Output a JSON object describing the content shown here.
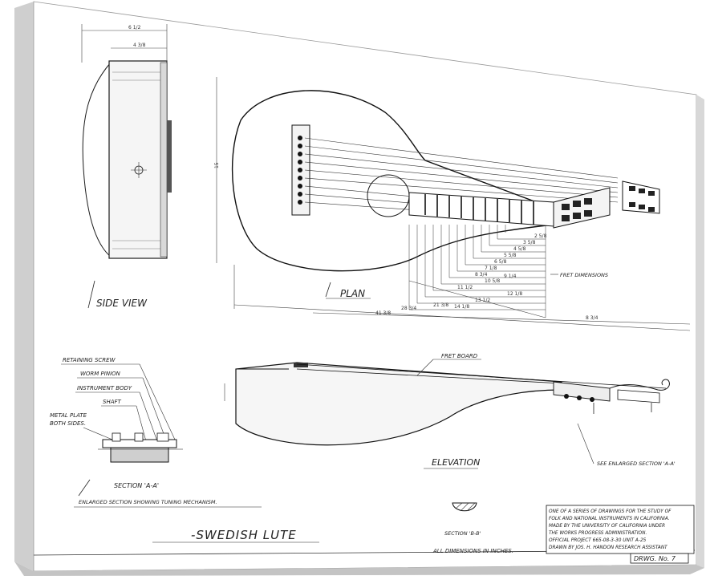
{
  "title": "-SWEDISH LUTE",
  "views": {
    "side_view": "SIDE VIEW",
    "plan": "PLAN",
    "elevation": "ELEVATION",
    "section_aa": "SECTION 'A-A'",
    "section_aa_caption": "ENLARGED SECTION SHOWING TUNING MECHANISM.",
    "section_bb": "SECTION 'B-B'"
  },
  "mechanism_labels": [
    "RETAINING SCREW",
    "WORM PINION",
    "INSTRUMENT BODY",
    "SHAFT",
    "METAL PLATE",
    "BOTH SIDES."
  ],
  "callouts": {
    "fret_board": "FRET BOARD",
    "fret_dimensions": "FRET DIMENSIONS",
    "see_enlarged": "SEE ENLARGED SECTION 'A-A'"
  },
  "plan_dimensions": {
    "overall": "41 3/8",
    "body_to_nut": "28 3/4",
    "bridge": "21 3/8",
    "tail": "8 3/4",
    "height": "15",
    "frets": [
      "2 5/8",
      "3 5/8",
      "4 5/8",
      "5 5/8",
      "6 5/8",
      "7 1/8",
      "8 3/4",
      "9 1/4",
      "10 5/8",
      "11 1/2",
      "12 1/8",
      "13 1/2",
      "14 1/8"
    ]
  },
  "side_dimensions": {
    "width": "6 1/2",
    "inner": "4 3/8"
  },
  "all_dimensions": "ALL DIMENSIONS IN INCHES.",
  "notes": [
    "ONE OF A SERIES OF DRAWINGS FOR THE STUDY OF",
    "FOLK AND NATIONAL INSTRUMENTS IN CALIFORNIA.",
    "MADE BY THE UNIVERSITY OF CALIFORNIA UNDER",
    "THE WORKS PROGRESS ADMINISTRATION.",
    "OFFICIAL PROJECT 665-08-3-30  UNIT A-25",
    "DRAWN BY  JOS. H. HANDON  RESEARCH ASSISTANT"
  ],
  "drawing_number": "DRWG. No. 7"
}
